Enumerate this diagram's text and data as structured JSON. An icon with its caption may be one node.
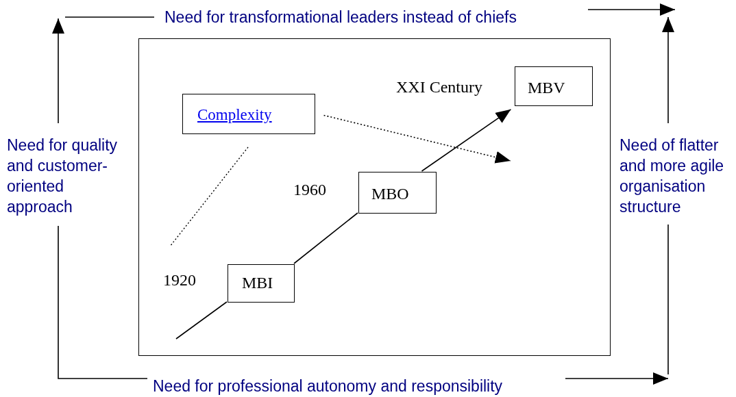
{
  "diagram": {
    "nodes": [
      {
        "text": [],
        "shape": "box"
      },
      {
        "text": [
          "Complexity"
        ],
        "in": 0
      },
      {
        "text": [
          "MBV"
        ],
        "in": 0
      },
      {
        "text": [
          "MBO"
        ],
        "in": 0
      },
      {
        "text": [
          "MBI"
        ],
        "in": 0
      }
    ],
    "edges": [
      {
        "from": 4,
        "to": 3,
        "arrow": "none"
      },
      {
        "from": null,
        "to": 4,
        "arrow": "none"
      },
      {
        "from": 3,
        "to": 2,
        "arrow": "to"
      },
      {
        "from": 1,
        "to": null,
        "arrow": "to",
        "style": "dashed"
      }
    ],
    "labels": [
      "Need for transformational leaders instead of chiefs",
      "XXI Century",
      "Need for quality and customer-oriented approach",
      "Need of flatter and more agile organisation structure",
      "1960",
      "1920",
      "Need for professional autonomy and responsibility"
    ]
  }
}
